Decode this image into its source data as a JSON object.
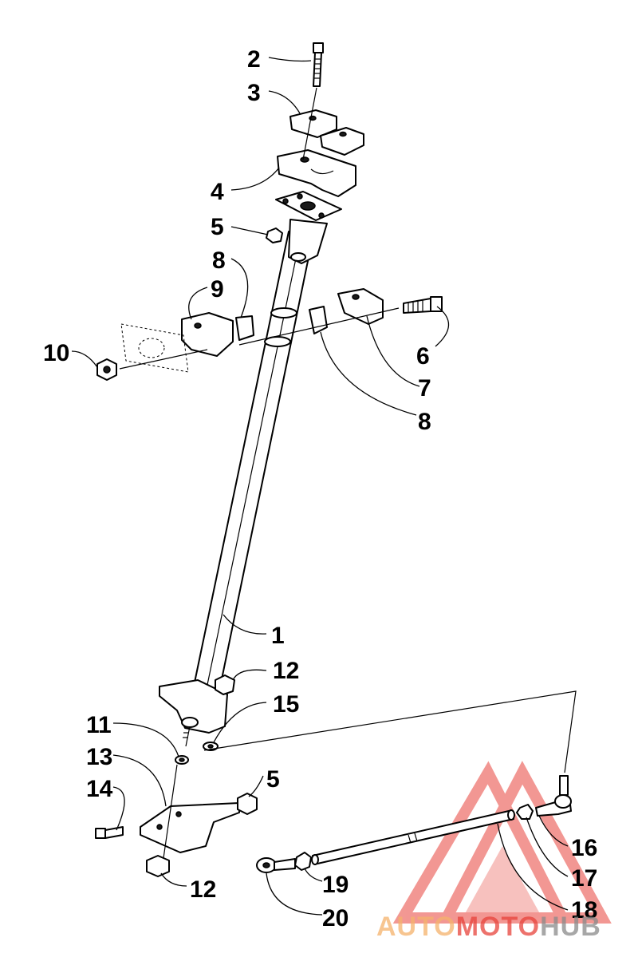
{
  "callouts": [
    {
      "id": "2",
      "text": "2"
    },
    {
      "id": "3",
      "text": "3"
    },
    {
      "id": "4",
      "text": "4"
    },
    {
      "id": "5a",
      "text": "5"
    },
    {
      "id": "8a",
      "text": "8"
    },
    {
      "id": "9",
      "text": "9"
    },
    {
      "id": "10",
      "text": "10"
    },
    {
      "id": "6",
      "text": "6"
    },
    {
      "id": "7",
      "text": "7"
    },
    {
      "id": "8b",
      "text": "8"
    },
    {
      "id": "1",
      "text": "1"
    },
    {
      "id": "12a",
      "text": "12"
    },
    {
      "id": "15",
      "text": "15"
    },
    {
      "id": "11",
      "text": "11"
    },
    {
      "id": "13",
      "text": "13"
    },
    {
      "id": "14",
      "text": "14"
    },
    {
      "id": "5b",
      "text": "5"
    },
    {
      "id": "12b",
      "text": "12"
    },
    {
      "id": "16",
      "text": "16"
    },
    {
      "id": "17",
      "text": "17"
    },
    {
      "id": "18",
      "text": "18"
    },
    {
      "id": "19",
      "text": "19"
    },
    {
      "id": "20",
      "text": "20"
    }
  ],
  "watermark": {
    "part1": "AUTO",
    "part2": "MOTO",
    "part3": "HUB",
    "color_orange": "#f5b26b",
    "color_red": "#e8433b",
    "color_gray": "#8a8a8a"
  }
}
